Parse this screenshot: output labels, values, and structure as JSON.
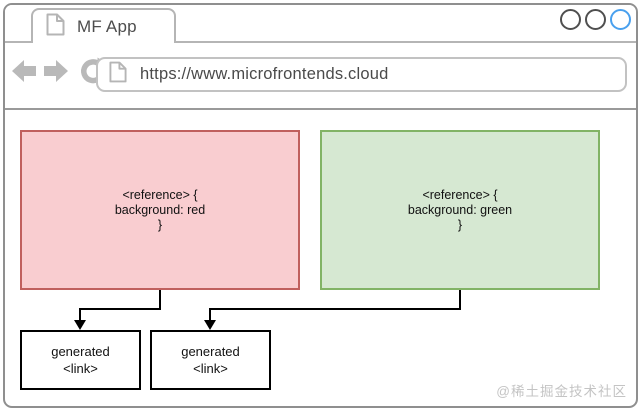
{
  "browser": {
    "tab_title": "MF App",
    "url": "https://www.microfrontends.cloud"
  },
  "diagram": {
    "red_box": {
      "lines": [
        "<reference> {",
        "background: red",
        "}"
      ],
      "fill": "#f9cdd0",
      "stroke": "#c0605e"
    },
    "green_box": {
      "lines": [
        "<reference> {",
        "background: green",
        "}"
      ],
      "fill": "#d6e8d2",
      "stroke": "#82b366"
    },
    "generated_left": {
      "lines": [
        "generated",
        "<link>"
      ]
    },
    "generated_right": {
      "lines": [
        "generated",
        "<link>"
      ]
    },
    "arrow_color": "#000000"
  },
  "icons": {
    "back": "left-arrow",
    "forward": "right-arrow",
    "refresh": "circular-arrow",
    "page": "document-with-folded-corner",
    "window_buttons": "three-circles"
  },
  "colors": {
    "window_border": "#8f8f8f",
    "chrome_lines": "#b5b5b5",
    "nav_icons": "#b9b9b9",
    "active_circle_blue": "#49a0ee",
    "watermark_gray": "#c4c4c4"
  },
  "watermark": "@稀土掘金技术社区"
}
